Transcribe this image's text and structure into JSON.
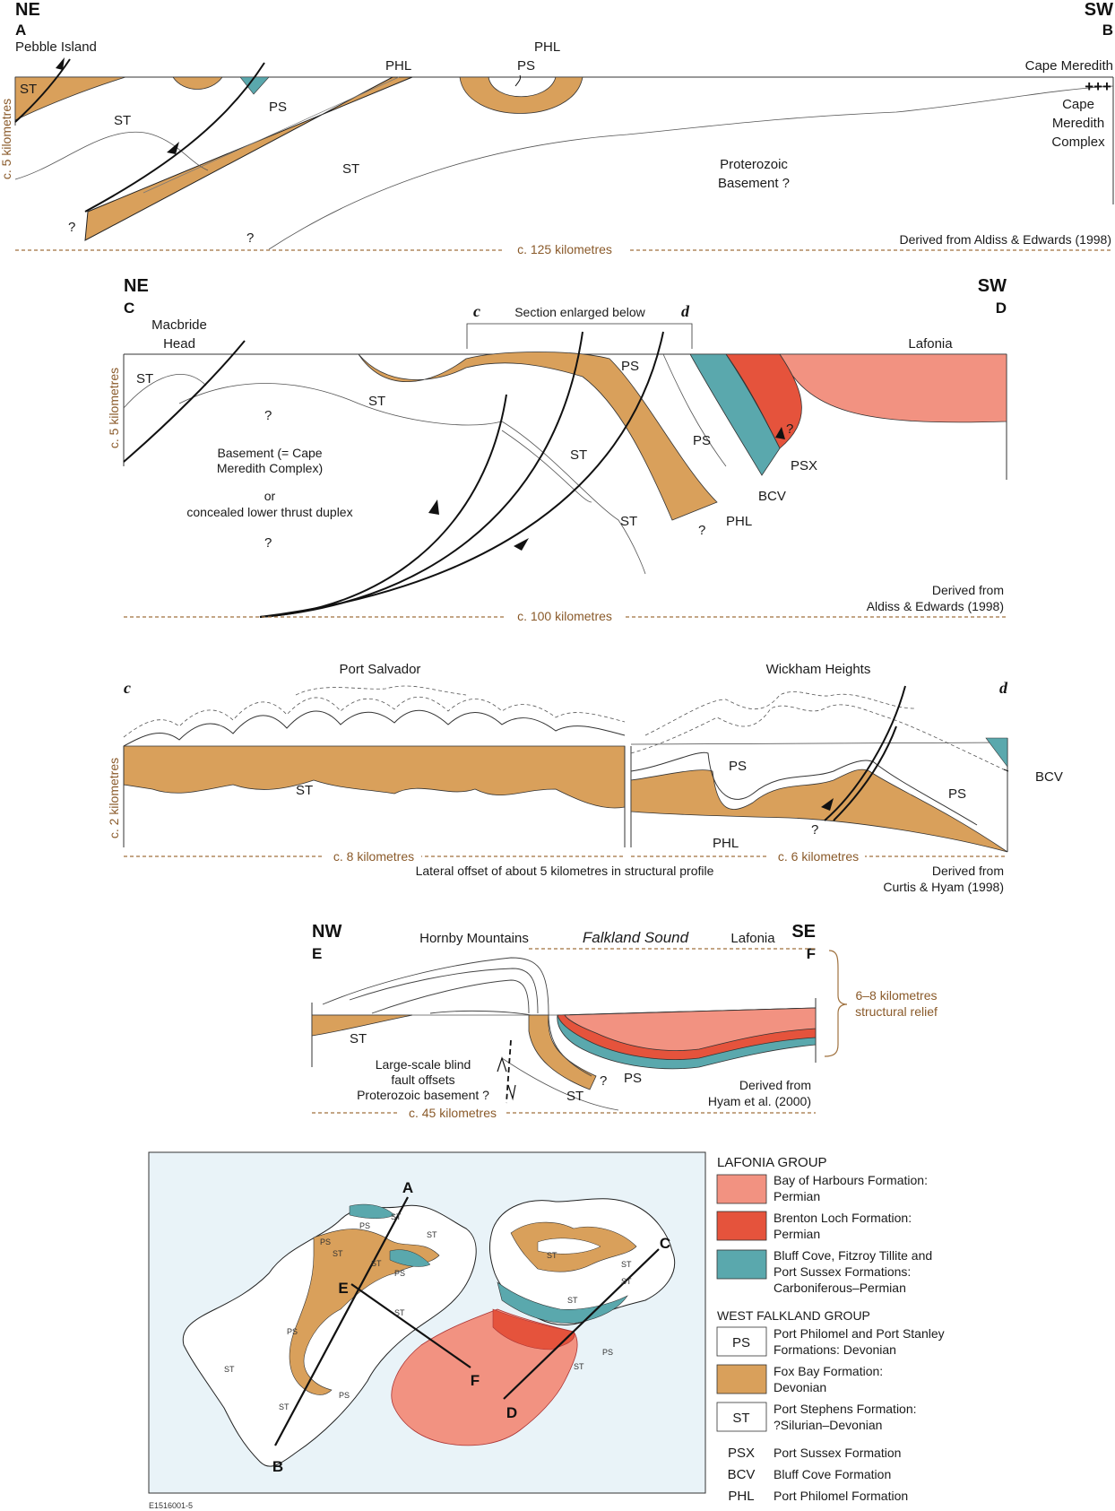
{
  "colors": {
    "fox_bay": "#d9a05b",
    "bay_of_harbours": "#f29281",
    "brenton_loch": "#e5533c",
    "bluff_cove": "#5aa8ad",
    "sea": "#e9f3f8",
    "scale": "#a0723f"
  },
  "sectionAB": {
    "ne": "NE",
    "sw": "SW",
    "a": "A",
    "b": "B",
    "pebble": "Pebble Island",
    "cape": "Cape Meredith",
    "st1": "ST",
    "st2": "ST",
    "st3": "ST",
    "ps1": "PS",
    "ps2": "PS",
    "phl1": "PHL",
    "phl2": "PHL",
    "plus": "+++",
    "cmc": [
      "Cape",
      "Meredith",
      "Complex"
    ],
    "proto": [
      "Proterozoic",
      "Basement ?"
    ],
    "q1": "?",
    "q2": "?",
    "vscale": "c. 5 kilometres",
    "hscale": "c. 125 kilometres",
    "derived": "Derived from Aldiss & Edwards (1998)"
  },
  "sectionCD": {
    "ne": "NE",
    "sw": "SW",
    "c": "C",
    "d": "D",
    "cc": "c",
    "dd": "d",
    "enlarged": "Section enlarged below",
    "macbride": [
      "Macbride",
      "Head"
    ],
    "lafonia": "Lafonia",
    "st1": "ST",
    "st2": "ST",
    "st3": "ST",
    "st4": "ST",
    "ps1": "PS",
    "ps2": "PS",
    "psx": "PSX",
    "bcv": "BCV",
    "phl": "PHL",
    "basement": [
      "Basement (= Cape",
      "Meredith Complex)"
    ],
    "or": "or",
    "duplex": "concealed lower thrust duplex",
    "q1": "?",
    "q2": "?",
    "q3": "?",
    "q4": "?",
    "vscale": "c. 5 kilometres",
    "hscale": "c. 100 kilometres",
    "derived": [
      "Derived from",
      "Aldiss & Edwards (1998)"
    ]
  },
  "sectioncd": {
    "c": "c",
    "d": "d",
    "salvador": "Port Salvador",
    "wickham": "Wickham Heights",
    "st": "ST",
    "ps1": "PS",
    "ps2": "PS",
    "phl": "PHL",
    "bcv": "BCV",
    "q": "?",
    "vscale": "c. 2 kilometres",
    "h1": "c. 8 kilometres",
    "h2": "c. 6 kilometres",
    "offset": "Lateral offset of about 5 kilometres in structural profile",
    "derived": [
      "Derived from",
      "Curtis & Hyam (1998)"
    ]
  },
  "sectionEF": {
    "nw": "NW",
    "se": "SE",
    "e": "E",
    "f": "F",
    "hornby": "Hornby Mountains",
    "sound": "Falkland Sound",
    "lafonia": "Lafonia",
    "relief": [
      "6–8 kilometres",
      "structural relief"
    ],
    "st1": "ST",
    "st2": "ST",
    "ps": "PS",
    "q": "?",
    "blind": [
      "Large-scale blind",
      "fault offsets",
      "Proterozoic basement ?"
    ],
    "derived": [
      "Derived from",
      "Hyam et al. (2000)"
    ],
    "hscale": "c. 45 kilometres"
  },
  "map": {
    "a": "A",
    "b": "B",
    "c": "C",
    "d": "D",
    "e": "E",
    "f": "F",
    "labels": [
      "ST",
      "PS",
      "ST",
      "PS",
      "ST",
      "ST",
      "PS",
      "ST",
      "ST",
      "PS",
      "ST",
      "ST",
      "ST",
      "PS",
      "ST",
      "PS",
      "ST",
      "ST"
    ],
    "code": "E1516001-5"
  },
  "legend": {
    "lafonia_group": "LAFONIA GROUP",
    "boh": [
      "Bay of Harbours Formation:",
      "Permian"
    ],
    "bl": [
      "Brenton Loch Formation:",
      "Permian"
    ],
    "bc": [
      "Bluff Cove, Fitzroy Tillite and",
      "Port Sussex Formations:",
      "Carboniferous–Permian"
    ],
    "west_group": "WEST FALKLAND GROUP",
    "ps_code": "PS",
    "ps": [
      "Port Philomel and Port Stanley",
      "Formations: Devonian"
    ],
    "fb": [
      "Fox Bay Formation:",
      "Devonian"
    ],
    "st_code": "ST",
    "st": [
      "Port Stephens Formation:",
      "?Silurian–Devonian"
    ],
    "psx_code": "PSX",
    "psx": "Port Sussex Formation",
    "bcv_code": "BCV",
    "bcv": "Bluff Cove Formation",
    "phl_code": "PHL",
    "phl": "Port Philomel Formation"
  }
}
